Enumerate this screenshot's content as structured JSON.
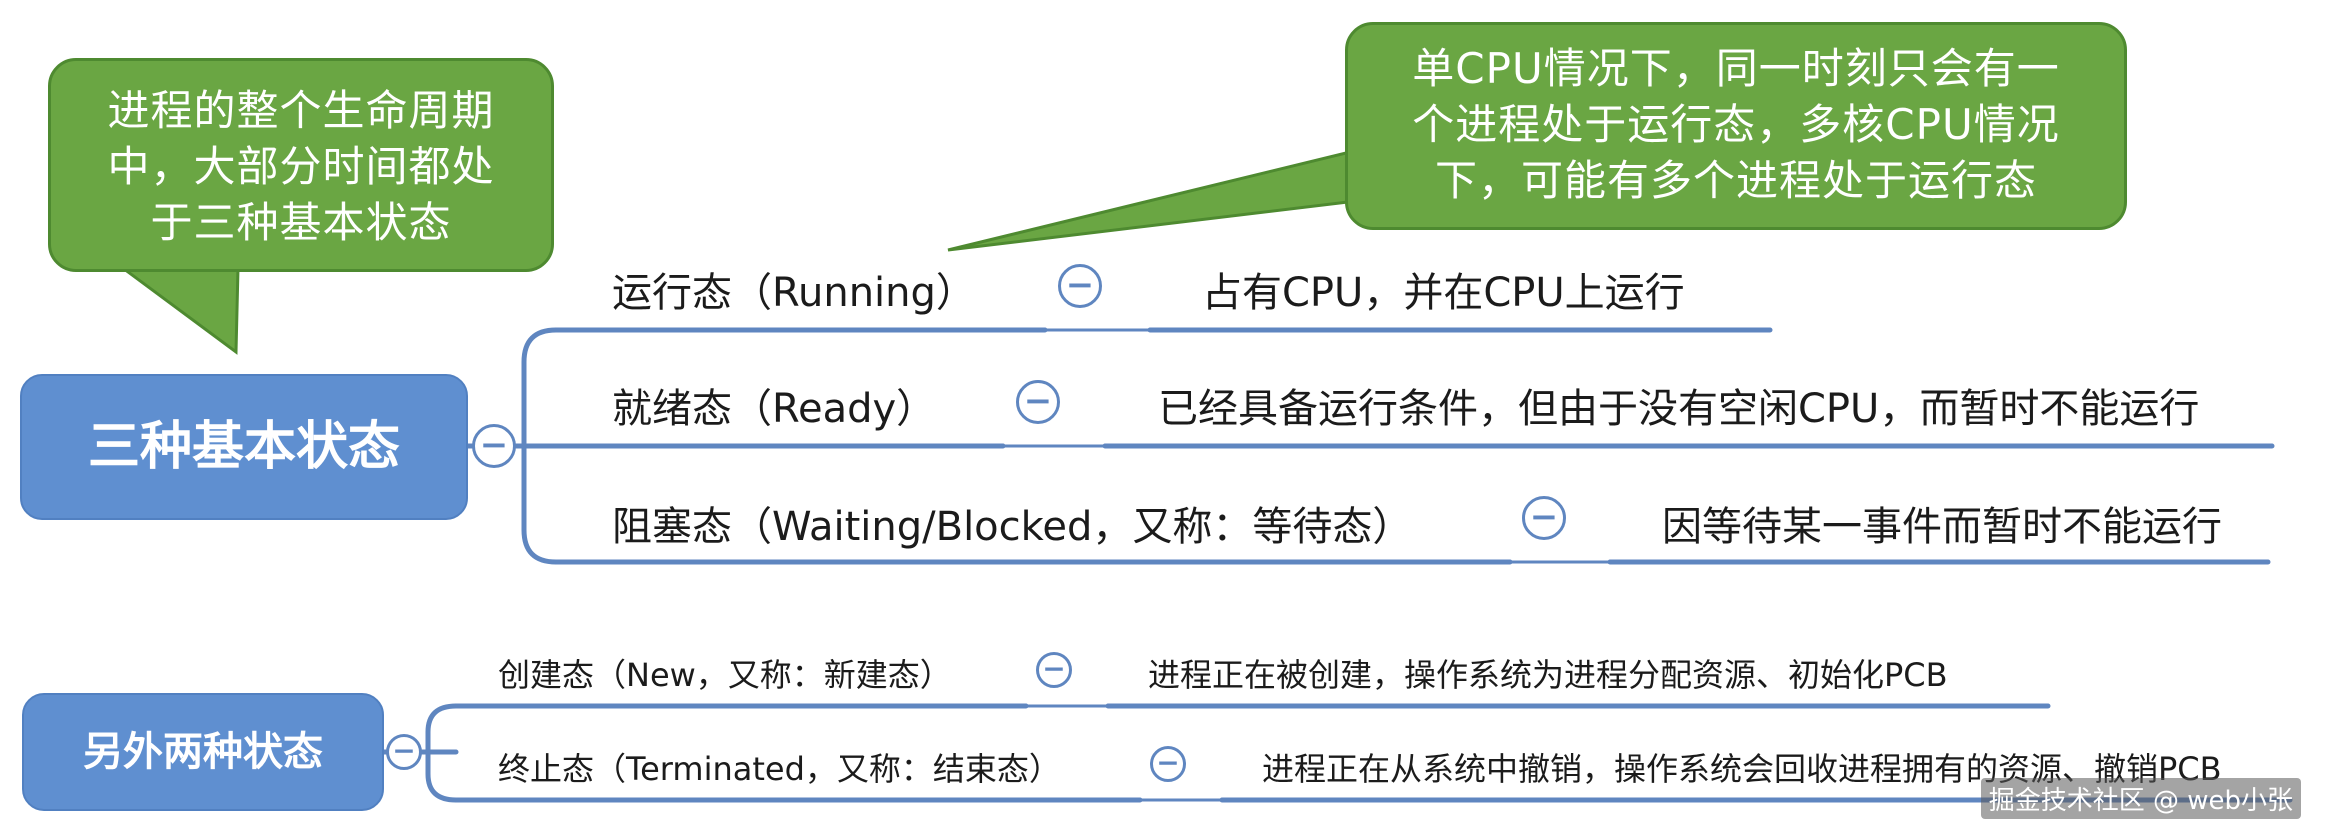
{
  "callouts": {
    "left": {
      "line1": "进程的整个生命周期",
      "line2": "中，大部分时间都处",
      "line3": "于三种基本状态"
    },
    "right": {
      "line1": "单CPU情况下，同一时刻只会有一",
      "line2": "个进程处于运行态，多核CPU情况",
      "line3": "下，可能有多个进程处于运行态"
    }
  },
  "groups": {
    "basic": {
      "title": "三种基本状态",
      "items": [
        {
          "label": "运行态（Running）",
          "desc": "占有CPU，并在CPU上运行"
        },
        {
          "label": "就绪态（Ready）",
          "desc": "已经具备运行条件，但由于没有空闲CPU，而暂时不能运行"
        },
        {
          "label": "阻塞态（Waiting/Blocked，又称：等待态）",
          "desc": "因等待某一事件而暂时不能运行"
        }
      ]
    },
    "other": {
      "title": "另外两种状态",
      "items": [
        {
          "label": "创建态（New，又称：新建态）",
          "desc": "进程正在被创建，操作系统为进程分配资源、初始化PCB"
        },
        {
          "label": "终止态（Terminated，又称：结束态）",
          "desc": "进程正在从系统中撤销，操作系统会回收进程拥有的资源、撤销PCB"
        }
      ]
    }
  },
  "icons": {
    "collapse": "minus-circle-icon"
  },
  "collapse_symbol": "−",
  "watermark": "掘金技术社区 @ web小张",
  "colors": {
    "callout_green": "#6aa643",
    "node_blue": "#5f8fd0",
    "line_blue": "#5f86c0"
  }
}
